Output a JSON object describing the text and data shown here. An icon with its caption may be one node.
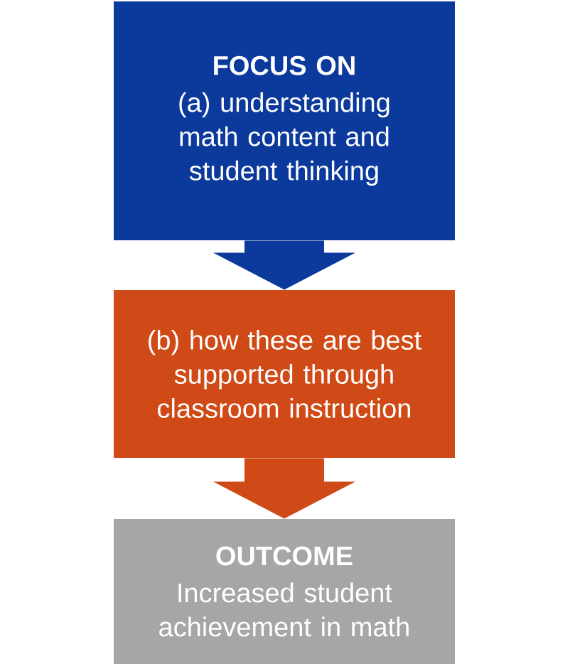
{
  "diagram": {
    "nodes": [
      {
        "text": [
          "FOCUS ON",
          "(a) understanding math content and student thinking"
        ]
      },
      {
        "text": [
          "(b) how these are best supported through classroom instruction"
        ]
      },
      {
        "text": [
          "OUTCOME",
          "Increased student achievement in math"
        ]
      }
    ],
    "edges": [
      {
        "from": 0,
        "to": 1,
        "arrow": "to",
        "color": "#0b3a9c"
      },
      {
        "from": 1,
        "to": 2,
        "arrow": "to",
        "color": "#cf4a16"
      }
    ]
  }
}
